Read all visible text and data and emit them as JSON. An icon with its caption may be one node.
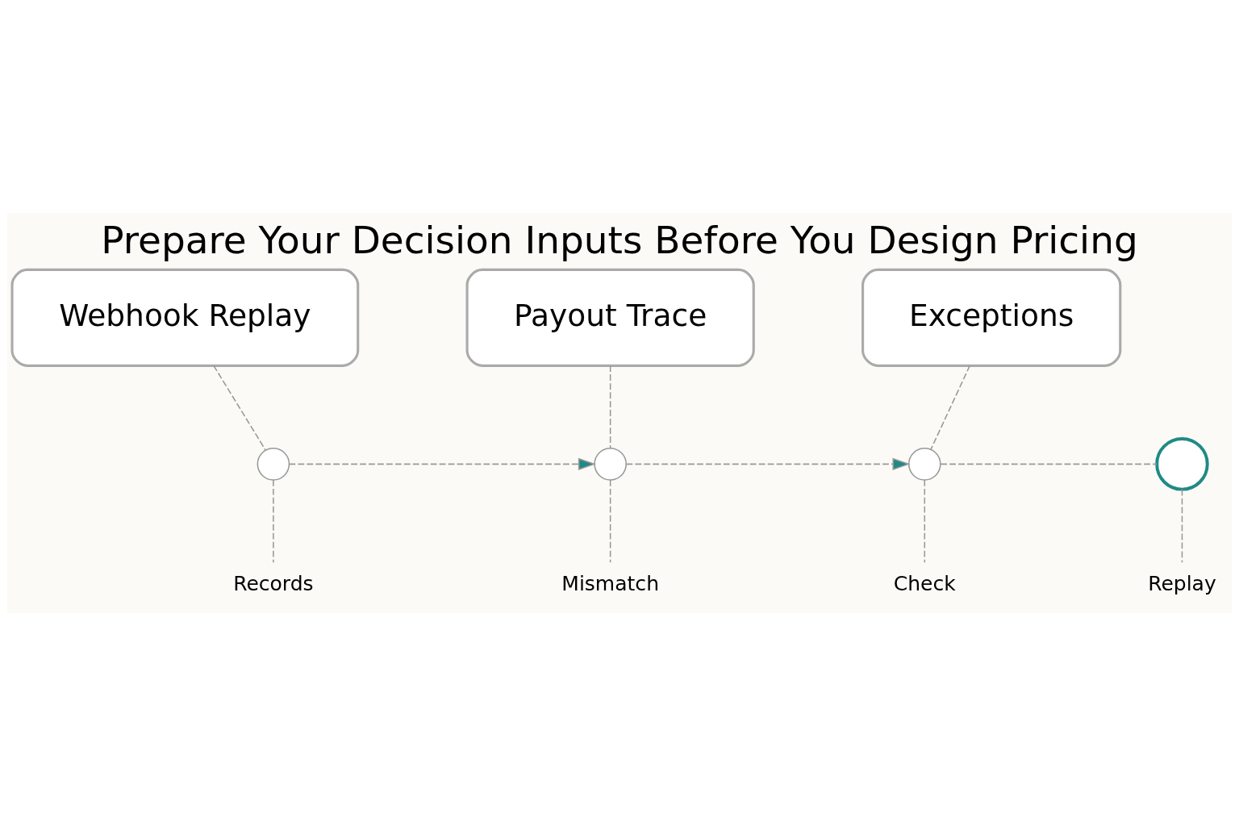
{
  "diagram": {
    "title": "Prepare Your Decision Inputs Before You Design Pricing",
    "nodes": [
      {
        "text": [
          "Webhook Replay"
        ]
      },
      {
        "text": [
          "Payout Trace"
        ]
      },
      {
        "text": [
          "Exceptions"
        ]
      },
      {
        "text": [],
        "shape": "circle"
      },
      {
        "text": [],
        "shape": "circle"
      },
      {
        "text": [],
        "shape": "circle"
      },
      {
        "text": [],
        "shape": "circle"
      },
      {
        "text": [
          "Records"
        ]
      },
      {
        "text": [
          "Mismatch"
        ]
      },
      {
        "text": [
          "Check"
        ]
      },
      {
        "text": [
          "Replay"
        ]
      }
    ],
    "edges": [
      {
        "from": 0,
        "to": 3,
        "arrow": "none",
        "style": "dashed"
      },
      {
        "from": 1,
        "to": 4,
        "arrow": "none",
        "style": "dashed"
      },
      {
        "from": 2,
        "to": 5,
        "arrow": "none",
        "style": "dashed"
      },
      {
        "from": 3,
        "to": 4,
        "arrow": "to",
        "style": "dashed"
      },
      {
        "from": 4,
        "to": 5,
        "arrow": "to",
        "style": "dashed"
      },
      {
        "from": 5,
        "to": 6,
        "arrow": "none",
        "style": "dashed"
      },
      {
        "from": 3,
        "to": 7,
        "arrow": "none",
        "style": "dashed"
      },
      {
        "from": 4,
        "to": 8,
        "arrow": "none",
        "style": "dashed"
      },
      {
        "from": 5,
        "to": 9,
        "arrow": "none",
        "style": "dashed"
      },
      {
        "from": 6,
        "to": 10,
        "arrow": "none",
        "style": "dashed"
      }
    ]
  }
}
